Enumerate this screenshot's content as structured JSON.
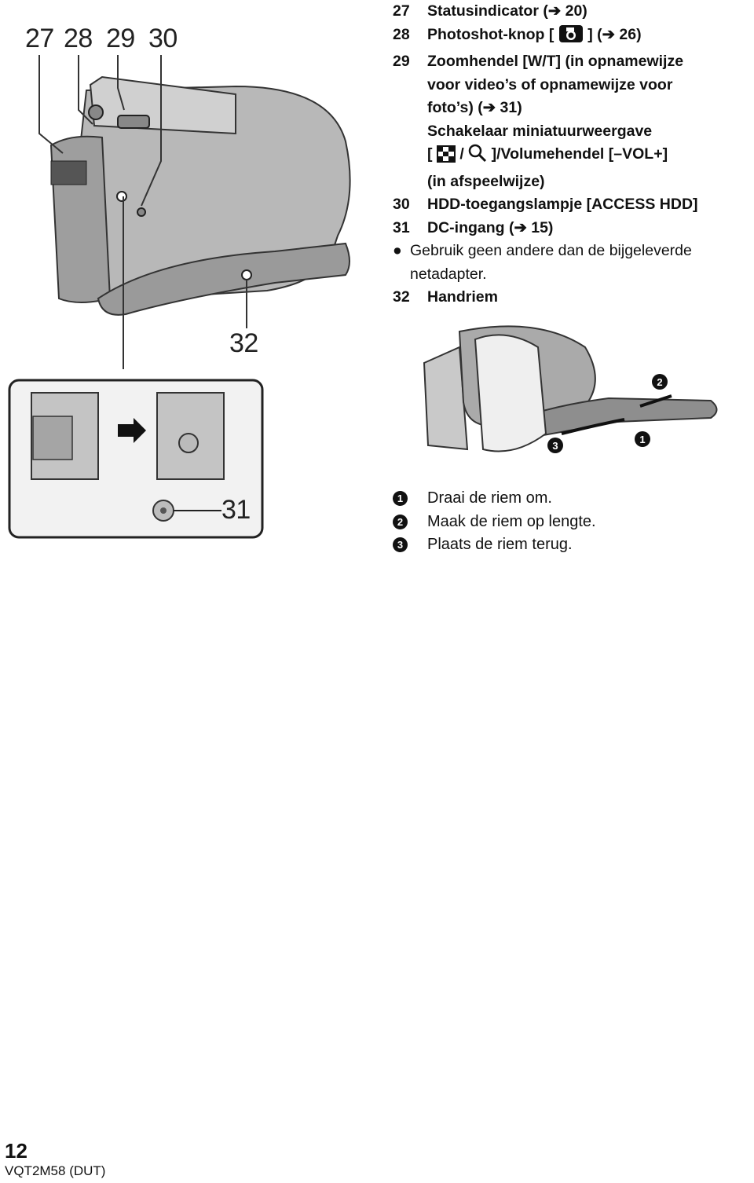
{
  "callouts": {
    "n27": "27",
    "n28": "28",
    "n29": "29",
    "n30": "30",
    "n31": "31",
    "n32": "32"
  },
  "items": {
    "i27": {
      "num": "27",
      "text": "Statusindicator (➔ 20)"
    },
    "i28": {
      "num": "28",
      "text_pre": "Photoshot-knop [",
      "text_post": "] (➔ 26)",
      "icon": "camera-icon"
    },
    "i29": {
      "num": "29",
      "l1": "Zoomhendel [W/T] (in opnamewijze",
      "l2": "voor video’s of opnamewijze voor",
      "l3": "foto’s) (➔ 31)",
      "l4": "Schakelaar miniatuurweergave",
      "l5_pre": "[",
      "l5_mid": "/",
      "l5_post": "]/Volumehendel [–VOL+]",
      "l6": "(in afspeelwijze)",
      "icons": [
        "thumbnail-grid-icon",
        "magnifier-icon"
      ]
    },
    "i30": {
      "num": "30",
      "text": "HDD-toegangslampje [ACCESS HDD]"
    },
    "i31": {
      "num": "31",
      "text": "DC-ingang (➔ 15)"
    },
    "note": {
      "bullet": "●",
      "l1": "Gebruik geen andere dan de bijgeleverde",
      "l2": "netadapter."
    },
    "i32": {
      "num": "32",
      "text": "Handriem"
    }
  },
  "steps": [
    {
      "num": "1",
      "text": "Draai de riem om."
    },
    {
      "num": "2",
      "text": "Maak de riem op lengte."
    },
    {
      "num": "3",
      "text": "Plaats de riem terug."
    }
  ],
  "footer": {
    "page": "12",
    "code": "VQT2M58 (DUT)"
  },
  "colors": {
    "ink": "#111111",
    "camera_gray": "#b5b5b5",
    "panel_bg": "#f2f2f2"
  }
}
